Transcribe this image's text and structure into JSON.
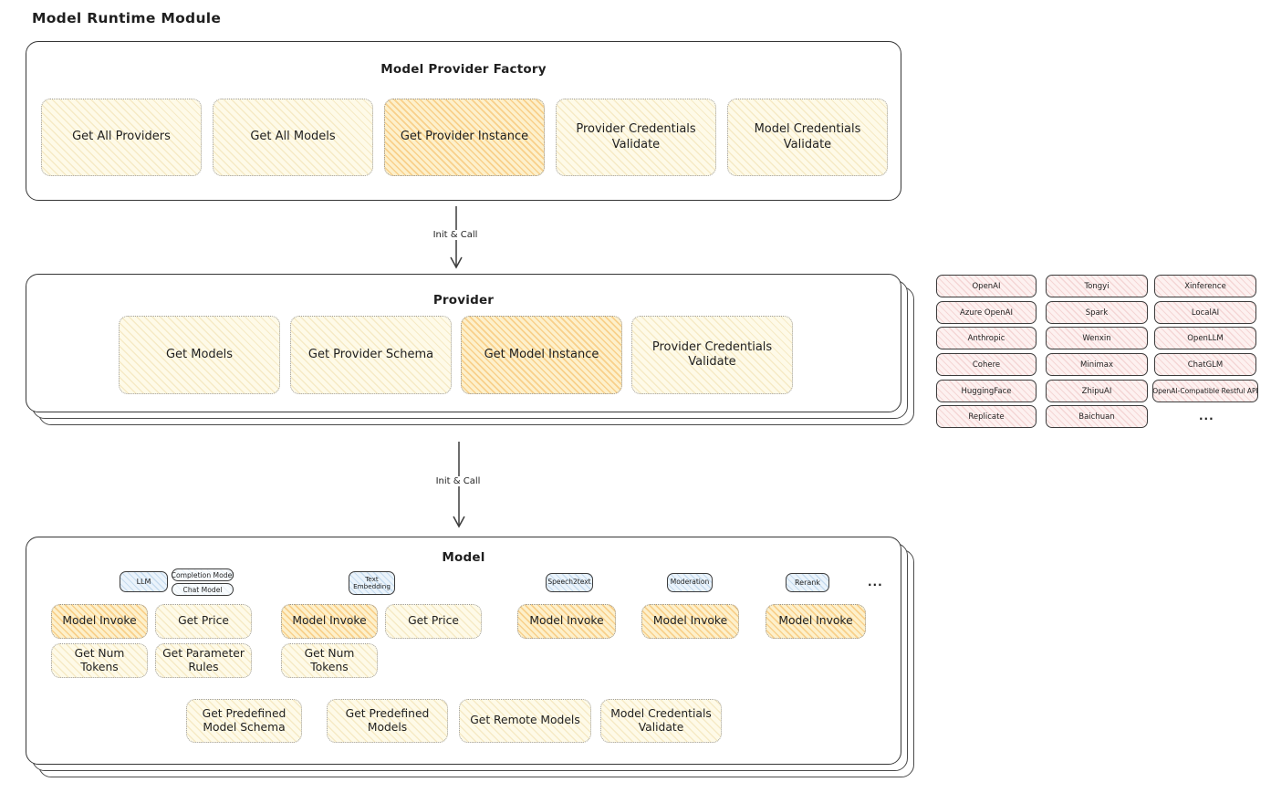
{
  "title": "Model Runtime Module",
  "arrows": {
    "factory_to_provider": "Init & Call",
    "provider_to_model": "Init & Call"
  },
  "factory": {
    "title": "Model Provider Factory",
    "items": [
      {
        "label": "Get All Providers",
        "highlight": false
      },
      {
        "label": "Get All Models",
        "highlight": false
      },
      {
        "label": "Get Provider Instance",
        "highlight": true
      },
      {
        "label": "Provider Credentials Validate",
        "highlight": false
      },
      {
        "label": "Model Credentials Validate",
        "highlight": false
      }
    ]
  },
  "provider": {
    "title": "Provider",
    "items": [
      {
        "label": "Get Models",
        "highlight": false
      },
      {
        "label": "Get Provider Schema",
        "highlight": false
      },
      {
        "label": "Get Model Instance",
        "highlight": true
      },
      {
        "label": "Provider Credentials Validate",
        "highlight": false
      }
    ]
  },
  "provider_list": {
    "col1": [
      "OpenAI",
      "Azure OpenAI",
      "Anthropic",
      "Cohere",
      "HuggingFace",
      "Replicate"
    ],
    "col2": [
      "Tongyi",
      "Spark",
      "Wenxin",
      "Minimax",
      "ZhipuAI",
      "Baichuan"
    ],
    "col3": [
      "Xinference",
      "LocalAI",
      "OpenLLM",
      "ChatGLM",
      "OpenAI-Compatible Restful API"
    ],
    "ellipsis": "..."
  },
  "model": {
    "title": "Model",
    "badges": {
      "llm": "LLM",
      "completion_model": "Completion Model",
      "chat_model": "Chat Model",
      "text_embedding": "Text Embedding",
      "speech2text": "Speech2text",
      "moderation": "Moderation",
      "rerank": "Rerank",
      "ellipsis": "..."
    },
    "llm_ops": [
      {
        "label": "Model Invoke",
        "highlight": true
      },
      {
        "label": "Get Price",
        "highlight": false
      },
      {
        "label": "Get Num Tokens",
        "highlight": false
      },
      {
        "label": "Get Parameter Rules",
        "highlight": false
      }
    ],
    "embedding_ops": [
      {
        "label": "Model Invoke",
        "highlight": true
      },
      {
        "label": "Get Price",
        "highlight": false
      },
      {
        "label": "Get Num Tokens",
        "highlight": false
      }
    ],
    "speech2text_ops": [
      {
        "label": "Model Invoke",
        "highlight": true
      }
    ],
    "moderation_ops": [
      {
        "label": "Model Invoke",
        "highlight": true
      }
    ],
    "rerank_ops": [
      {
        "label": "Model Invoke",
        "highlight": true
      }
    ],
    "common_ops": [
      {
        "label": "Get Predefined Model Schema"
      },
      {
        "label": "Get Predefined Models"
      },
      {
        "label": "Get Remote Models"
      },
      {
        "label": "Model Credentials Validate"
      }
    ]
  },
  "colors": {
    "stroke": "#363636",
    "op_fill": "#fefae8",
    "op_highlight": "#f9d88c",
    "provider_chip_fill": "#fdf1f0",
    "model_type_badge_fill": "#eaf3fb"
  }
}
